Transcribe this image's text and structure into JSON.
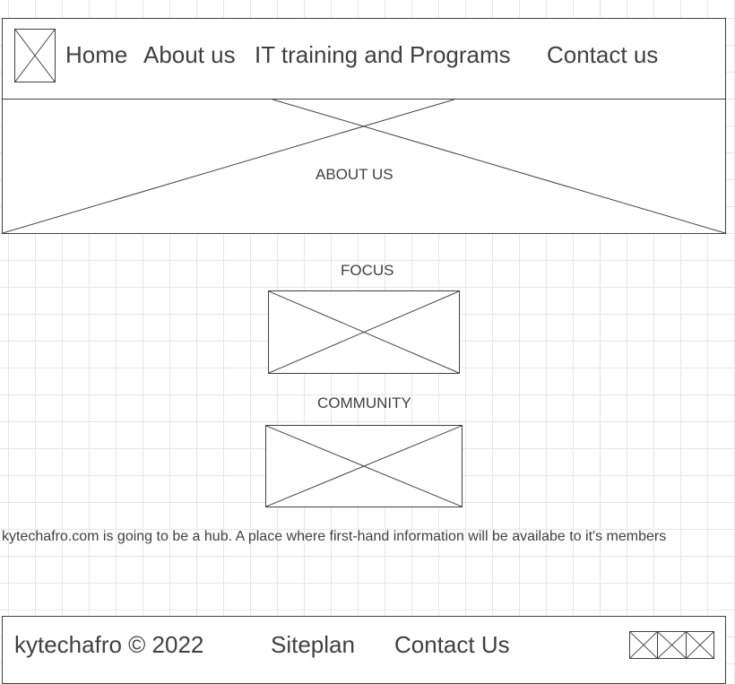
{
  "header": {
    "logo_icon": "image-placeholder-icon",
    "nav": {
      "home": "Home",
      "about": "About us",
      "training": "IT training and Programs",
      "contact": "Contact us"
    }
  },
  "hero": {
    "image_icon": "image-placeholder-icon",
    "title": "ABOUT US"
  },
  "sections": {
    "focus": {
      "title": "FOCUS",
      "image_icon": "image-placeholder-icon"
    },
    "community": {
      "title": "COMMUNITY",
      "image_icon": "image-placeholder-icon"
    }
  },
  "intro_text": "kytechafro.com is going to be a hub. A place where first-hand information will be availabe to it's members",
  "footer": {
    "copyright": "kytechafro © 2022",
    "siteplan": "Siteplan",
    "contact": "Contact Us",
    "social_icons": [
      "image-placeholder-icon",
      "image-placeholder-icon",
      "image-placeholder-icon"
    ]
  },
  "colors": {
    "stroke": "#404040",
    "grid": "#e6e6e6",
    "background": "#ffffff"
  }
}
